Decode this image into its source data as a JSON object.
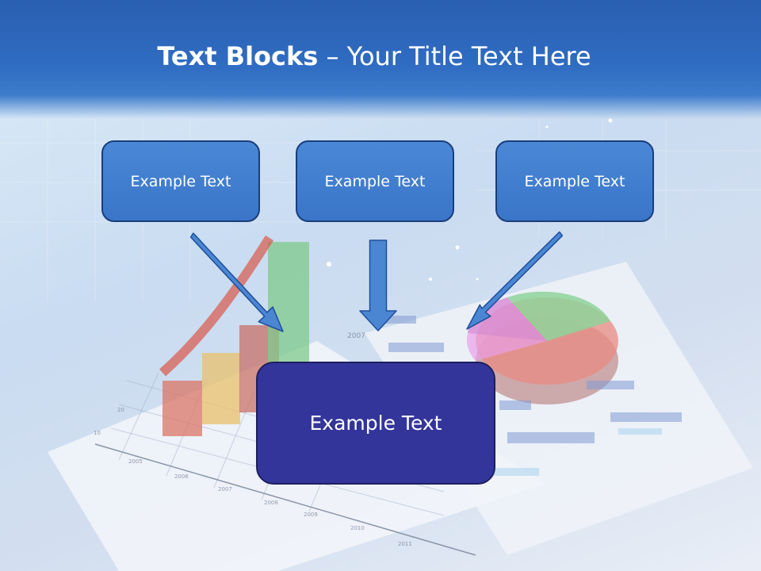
{
  "title": {
    "bold": "Text Blocks",
    "separator": " – ",
    "rest": "Your Title Text Here"
  },
  "blocks": [
    {
      "label": "Example Text"
    },
    {
      "label": "Example Text"
    },
    {
      "label": "Example Text"
    }
  ],
  "center_block": {
    "label": "Example Text"
  },
  "background_year_labels": [
    "2005",
    "2006",
    "2007",
    "2008",
    "2009",
    "2010",
    "2011",
    "2007"
  ],
  "background_axis_labels": [
    "10",
    "20"
  ],
  "colors": {
    "header": "#2f6cc2",
    "block_fill": "#3f7cce",
    "block_border": "#1b3d7a",
    "center_fill": "#33359a",
    "arrow_fill": "#4a86d2",
    "arrow_stroke": "#1f4e9a"
  }
}
